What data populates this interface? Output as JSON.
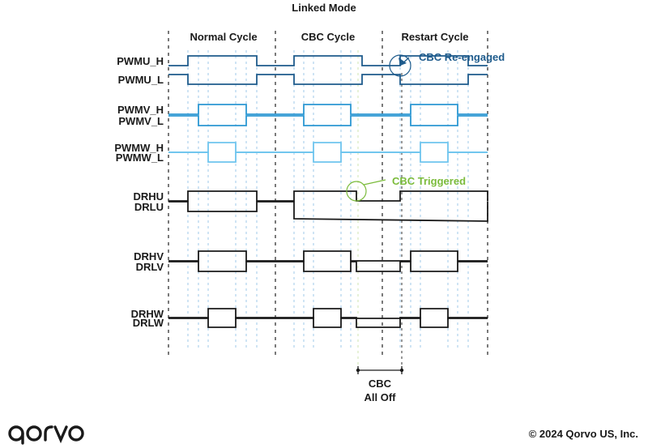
{
  "title": "Linked Mode",
  "cycles": [
    {
      "label": "Normal Cycle"
    },
    {
      "label": "CBC Cycle"
    },
    {
      "label": "Restart Cycle"
    }
  ],
  "colors": {
    "u": "#1e5b8c",
    "v": "#2c98d3",
    "w": "#6ec5ee",
    "d": "#1a1a1a",
    "green": "#7bbb3b",
    "guide_blue": "#9fc8ea",
    "guide_green": "#cfe6b0",
    "dash": "#333333"
  },
  "signals": [
    {
      "label": "PWMU_H",
      "color": "u"
    },
    {
      "label": "PWMU_L",
      "color": "u"
    },
    {
      "label": "PWMV_H",
      "color": "v"
    },
    {
      "label": "PWMV_L",
      "color": "v"
    },
    {
      "label": "PWMW_H",
      "color": "w"
    },
    {
      "label": "PWMW_L",
      "color": "w"
    },
    {
      "label": "DRHU",
      "color": "d"
    },
    {
      "label": "DRLU",
      "color": "d"
    },
    {
      "label": "DRHV",
      "color": "d"
    },
    {
      "label": "DRLV",
      "color": "d"
    },
    {
      "label": "DRHW",
      "color": "d"
    },
    {
      "label": "DRLW",
      "color": "d"
    }
  ],
  "annotations": {
    "reengaged": "CBC Re-engaged",
    "triggered": "CBC Triggered",
    "alloff_line1": "CBC",
    "alloff_line2": "All Off"
  },
  "footer": {
    "logo": "qorvo",
    "copyright": "© 2024 Qorvo US, Inc."
  }
}
